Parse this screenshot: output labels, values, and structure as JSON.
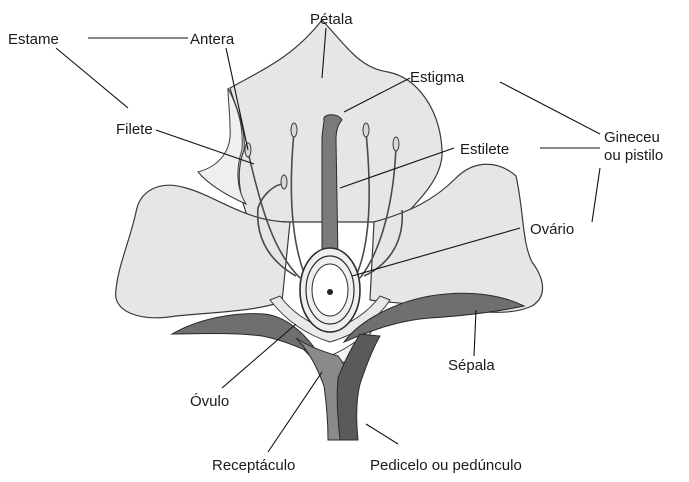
{
  "labels": {
    "estame": "Estame",
    "antera": "Antera",
    "petala": "Pétala",
    "estigma": "Estigma",
    "filete": "Filete",
    "estilete": "Estilete",
    "gineceu_line1": "Gineceu",
    "gineceu_line2": "ou pistilo",
    "ovario": "Ovário",
    "sepala": "Sépala",
    "ovulo": "Óvulo",
    "receptaculo": "Receptáculo",
    "pedicelo": "Pedicelo ou pedúnculo"
  },
  "colors": {
    "petal_fill": "#e6e6e6",
    "outline": "#3a3a3a",
    "sepal_fill": "#6f6f6f",
    "receptacle_fill": "#e9e9e9",
    "ovule": "#ffffff",
    "line": "#111111"
  }
}
